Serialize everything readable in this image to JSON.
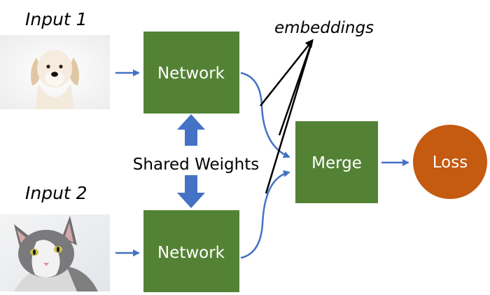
{
  "inputs": [
    {
      "label": "Input 1",
      "image": "dog-photo"
    },
    {
      "label": "Input 2",
      "image": "cat-photo"
    }
  ],
  "nodes": {
    "network_top": "Network",
    "network_bottom": "Network",
    "merge": "Merge",
    "loss": "Loss"
  },
  "labels": {
    "embeddings": "embeddings",
    "shared_weights": "Shared Weights"
  },
  "colors": {
    "box_green": "#548235",
    "loss_orange": "#C55A11",
    "arrow_blue": "#4472C4",
    "line_black": "#000000"
  }
}
